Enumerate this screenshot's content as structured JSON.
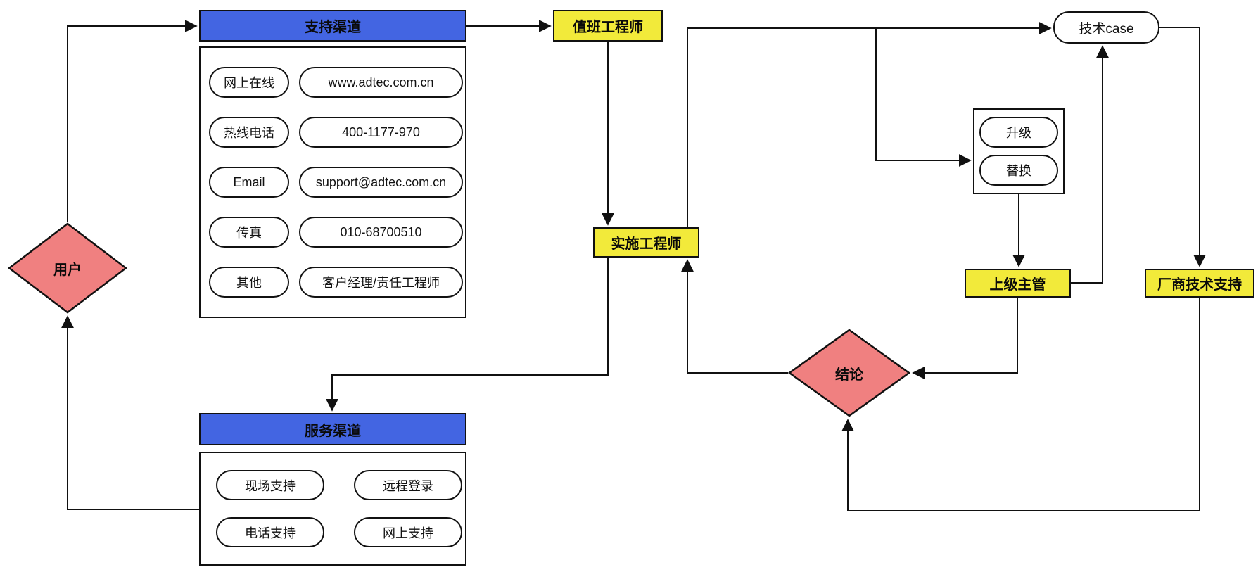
{
  "colors": {
    "blue": "#4365e2",
    "yellow": "#f2ea3a",
    "red": "#f08080",
    "line": "#111111"
  },
  "nodes": {
    "user": {
      "label": "用户"
    },
    "support_channels": {
      "title": "支持渠道",
      "rows": [
        {
          "type": "网上在线",
          "value": "www.adtec.com.cn"
        },
        {
          "type": "热线电话",
          "value": "400-1177-970"
        },
        {
          "type": "Email",
          "value": "support@adtec.com.cn"
        },
        {
          "type": "传真",
          "value": "010-68700510"
        },
        {
          "type": "其他",
          "value": "客户经理/责任工程师"
        }
      ]
    },
    "duty_engineer": {
      "label": "值班工程师"
    },
    "impl_engineer": {
      "label": "实施工程师"
    },
    "tech_case": {
      "label": "技术case"
    },
    "escalation": {
      "options": [
        {
          "label": "升级"
        },
        {
          "label": "替换"
        }
      ]
    },
    "supervisor": {
      "label": "上级主管"
    },
    "vendor_support": {
      "label": "厂商技术支持"
    },
    "conclusion": {
      "label": "结论"
    },
    "service_channels": {
      "title": "服务渠道",
      "options": [
        {
          "label": "现场支持"
        },
        {
          "label": "远程登录"
        },
        {
          "label": "电话支持"
        },
        {
          "label": "网上支持"
        }
      ]
    }
  }
}
